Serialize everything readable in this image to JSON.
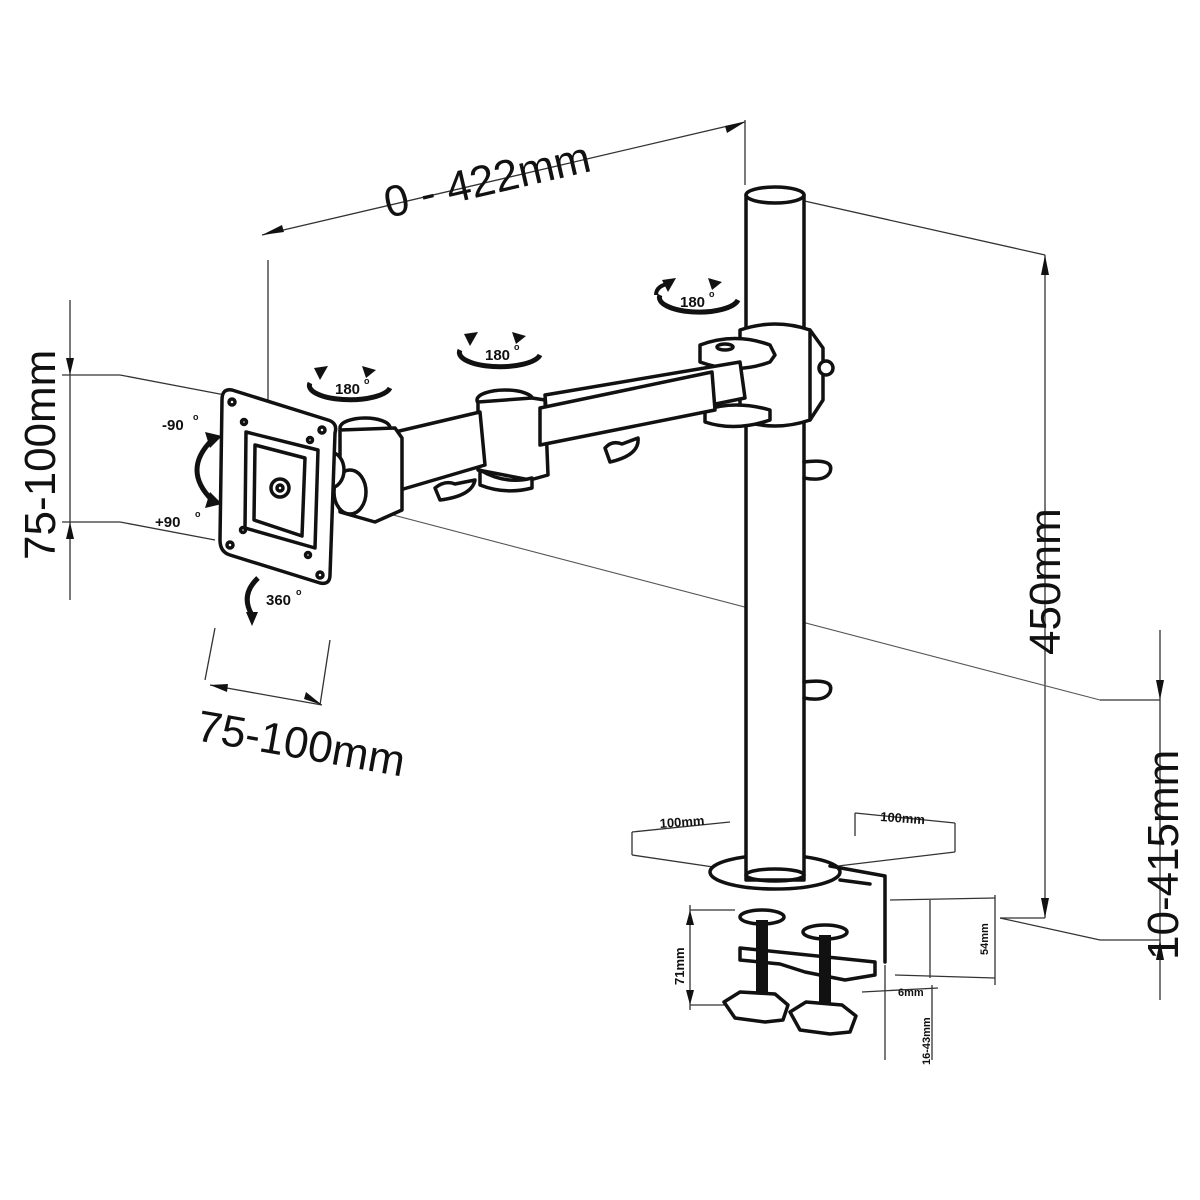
{
  "diagram": {
    "dimensions": {
      "arm_reach": "0 - 422mm",
      "vesa_height": "75-100mm",
      "vesa_width": "75-100mm",
      "pole_height": "450mm",
      "height_range": "10-415mm",
      "clamp_depth_left": "100mm",
      "clamp_depth_right": "100mm",
      "clamp_height": "71mm",
      "clamp_jaw": "54mm",
      "plate_thickness": "6mm",
      "desk_thickness": "16-43mm"
    },
    "rotations": {
      "tilt_up": "-90",
      "tilt_down": "+90",
      "swivel_plate": "180",
      "swivel_mid": "180",
      "swivel_pole": "180",
      "rotate_screen": "360",
      "degree_mark": "o"
    }
  }
}
